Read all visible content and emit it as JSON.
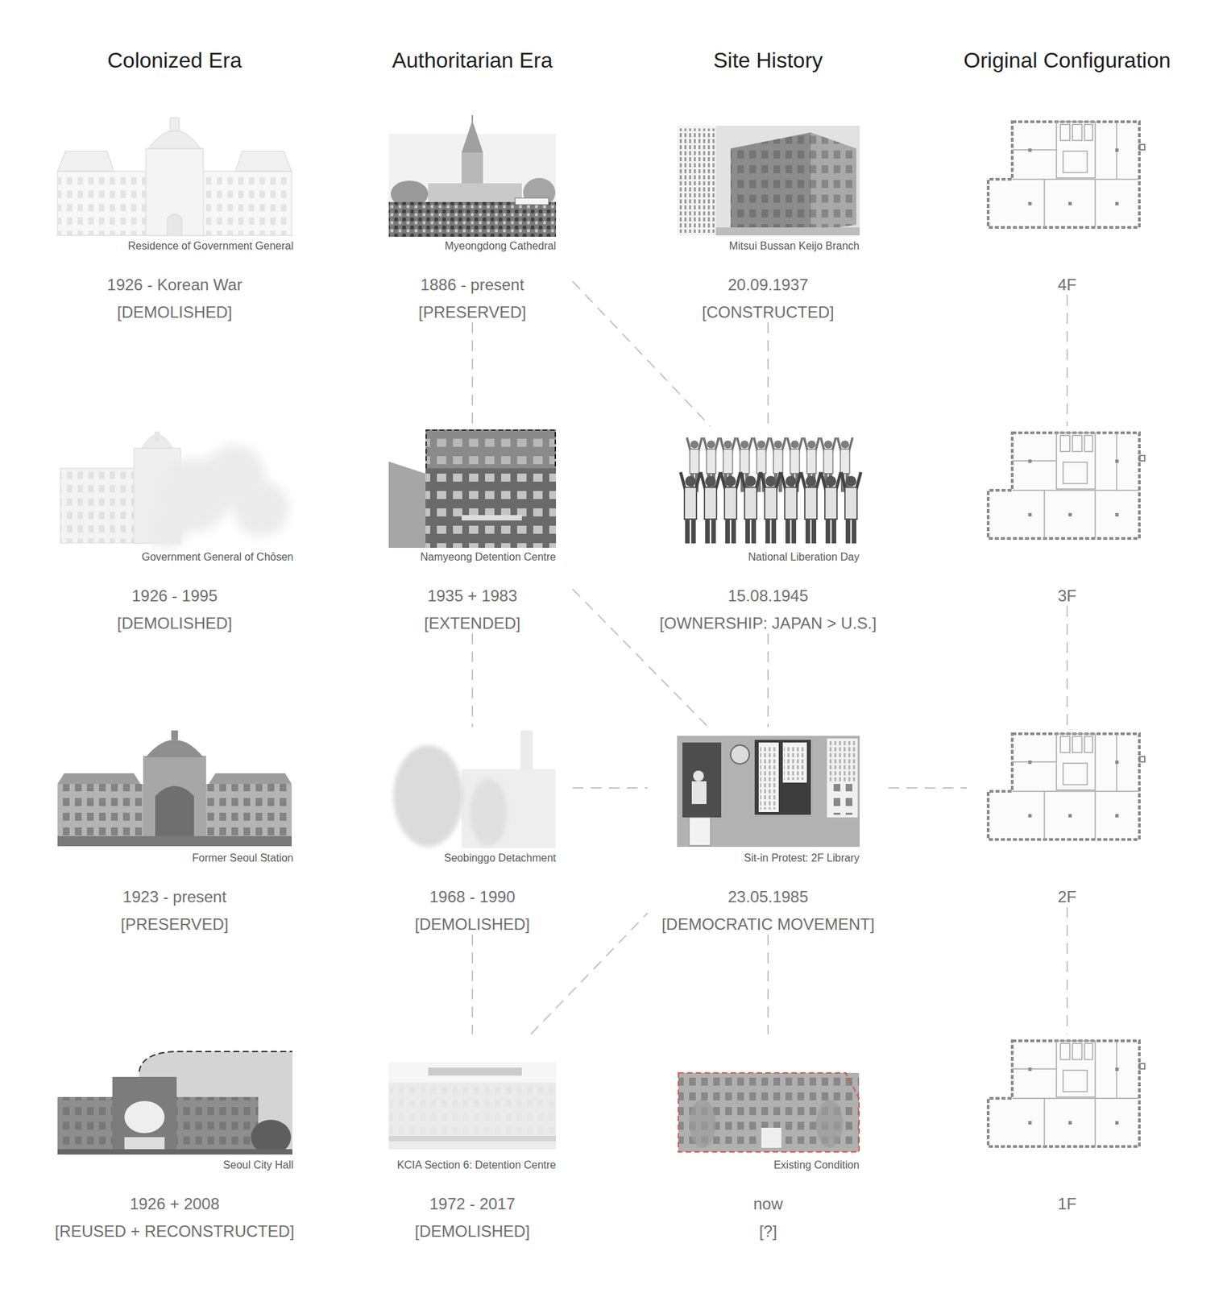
{
  "diagram": {
    "nodes": [
      {
        "text": [
          "Residence of Government General",
          "1926 - Korean War",
          "[DEMOLISHED]"
        ]
      },
      {
        "text": [
          "Myeongdong Cathedral",
          "1886 - present",
          "[PRESERVED]"
        ]
      },
      {
        "text": [
          "Mitsui Bussan Keijo Branch",
          "20.09.1937",
          "[CONSTRUCTED]"
        ]
      },
      {
        "text": [
          "4F"
        ]
      },
      {
        "text": [
          "Government General of Chōsen",
          "1926 - 1995",
          "[DEMOLISHED]"
        ]
      },
      {
        "text": [
          "Namyeong Detention Centre",
          "1935 + 1983",
          "[EXTENDED]"
        ]
      },
      {
        "text": [
          "National Liberation Day",
          "15.08.1945",
          "[OWNERSHIP: JAPAN > U.S.]"
        ]
      },
      {
        "text": [
          "3F"
        ]
      },
      {
        "text": [
          "Former Seoul Station",
          "1923 - present",
          "[PRESERVED]"
        ]
      },
      {
        "text": [
          "Seobinggo Detachment",
          "1968 - 1990",
          "[DEMOLISHED]"
        ]
      },
      {
        "text": [
          "Sit-in Protest: 2F Library",
          "23.05.1985",
          "[DEMOCRATIC MOVEMENT]"
        ]
      },
      {
        "text": [
          "2F"
        ]
      },
      {
        "text": [
          "Seoul City Hall",
          "1926 + 2008",
          "[REUSED + RECONSTRUCTED]"
        ]
      },
      {
        "text": [
          "KCIA Section 6: Detention Centre",
          "1972 - 2017",
          "[DEMOLISHED]"
        ]
      },
      {
        "text": [
          "Existing Condition",
          "now",
          "[?]"
        ]
      },
      {
        "text": [
          "1F"
        ]
      }
    ],
    "edges": [
      {
        "from": 1,
        "to": 5,
        "arrow": "none"
      },
      {
        "from": 5,
        "to": 9,
        "arrow": "none"
      },
      {
        "from": 9,
        "to": 13,
        "arrow": "none"
      },
      {
        "from": 2,
        "to": 6,
        "arrow": "none"
      },
      {
        "from": 6,
        "to": 10,
        "arrow": "none"
      },
      {
        "from": 10,
        "to": 14,
        "arrow": "none"
      },
      {
        "from": 3,
        "to": 7,
        "arrow": "none"
      },
      {
        "from": 7,
        "to": 11,
        "arrow": "none"
      },
      {
        "from": 11,
        "to": 15,
        "arrow": "none"
      },
      {
        "from": 1,
        "to": 6,
        "arrow": "none"
      },
      {
        "from": 5,
        "to": 10,
        "arrow": "none"
      },
      {
        "from": 13,
        "to": 10,
        "arrow": "none"
      },
      {
        "from": 9,
        "to": 10,
        "arrow": "none"
      },
      {
        "from": 10,
        "to": 11,
        "arrow": "none"
      }
    ],
    "labels": [
      "Colonized Era",
      "Authoritarian Era",
      "Site History",
      "Original Configuration"
    ]
  }
}
